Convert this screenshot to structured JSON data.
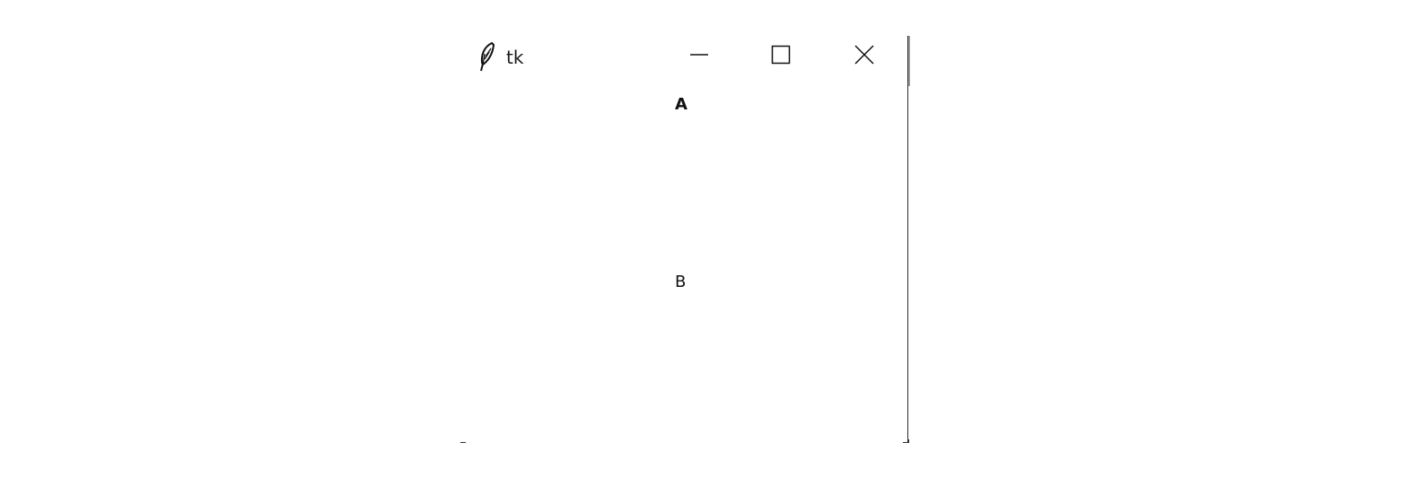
{
  "window": {
    "title": "tk"
  },
  "titlebar": {
    "app_icon": "tk-feather-icon",
    "minimize_icon": "minimize-icon",
    "maximize_icon": "maximize-icon",
    "close_icon": "close-icon"
  },
  "content": {
    "label_a": "A",
    "label_b": "B"
  }
}
